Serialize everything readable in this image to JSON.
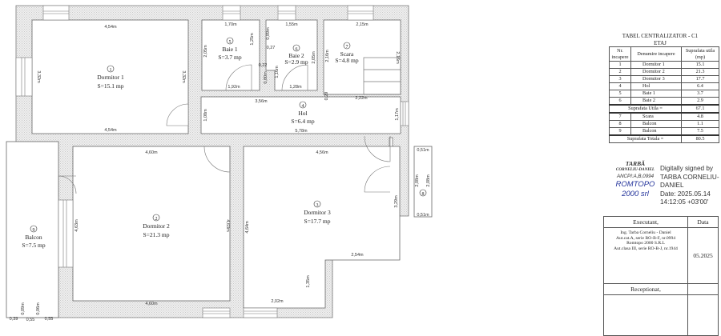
{
  "plan": {
    "rooms": [
      {
        "nr": "1",
        "name": "Dormitor  1",
        "area": "S=15.1 mp"
      },
      {
        "nr": "2",
        "name": "Dormitor  2",
        "area": "S=21.3 mp"
      },
      {
        "nr": "3",
        "name": "Dormitor  3",
        "area": "S=17.7 mp"
      },
      {
        "nr": "4",
        "name": "Hol",
        "area": "S=6.4 mp"
      },
      {
        "nr": "5",
        "name": "Baie 1",
        "area": "S=3.7 mp"
      },
      {
        "nr": "6",
        "name": "Baie 2",
        "area": "S=2.9 mp"
      },
      {
        "nr": "7",
        "name": "Scara",
        "area": "S=4.8 mp"
      },
      {
        "nr": "8",
        "name": "",
        "area": ""
      },
      {
        "nr": "9",
        "name": "Balcon",
        "area": "S=7.5 mp"
      }
    ],
    "dimensions": {
      "d1_top": "4,54m",
      "d1_bottom": "4,54m",
      "d1_left": "3,32m",
      "d1_right": "3,32m",
      "b1_top": "1,70m",
      "b1_left": "2,05m",
      "b1_right": "1,25m",
      "b1_bottom": "1,92m",
      "b1_notch": "0,22",
      "b1_small": "0,80m",
      "b2_top": "1,55m",
      "b2_notch_v": "0,89m",
      "b2_notch_h": "0,27",
      "b2_left": "1,16m",
      "b2_right": "2,05m",
      "b2_bottom": "1,28m",
      "sc_top": "2,15m",
      "sc_left": "2,16m",
      "sc_right": "2,16m",
      "sc_bottom": "2,22m",
      "sc_small": "0,29",
      "hol_top": "3,56m",
      "hol_bottom": "5,78m",
      "hol_left": "1,08m",
      "hol_right": "1,17m",
      "d2_top": "4,60m",
      "d2_bottom": "4,60m",
      "d2_left": "4,63m",
      "d2_right": "4,63m",
      "d3_top": "4,56m",
      "d3_left": "4,64m",
      "d3_right": "3,29m",
      "d3_mid": "2,54m",
      "d3_step": "1,35m",
      "d3_bottom": "2,02m",
      "r8_top": "0,51m",
      "r8_bottom": "0,51m",
      "r8_left": "2,08m",
      "r8_right": "2,08m",
      "bal_a": "0,39",
      "bal_b": "0,55",
      "bal_c": "0,55",
      "bal_v1": "0,09m",
      "bal_v2": "0,06m"
    }
  },
  "table": {
    "title": "TABEL CENTRALIZATOR - C1",
    "subtitle": "ETAJ",
    "headers": [
      "Nr. incapere",
      "Denumire incapere",
      "Suprafata utila (mp)"
    ],
    "rows": [
      {
        "nr": "1",
        "name": "Dormitor 1",
        "area": "15.1"
      },
      {
        "nr": "2",
        "name": "Dormitor 2",
        "area": "21.3"
      },
      {
        "nr": "3",
        "name": "Dormitor 3",
        "area": "17.7"
      },
      {
        "nr": "4",
        "name": "Hol",
        "area": "6.4"
      },
      {
        "nr": "5",
        "name": "Baie 1",
        "area": "3.7"
      },
      {
        "nr": "6",
        "name": "Baie 2",
        "area": "2.9"
      }
    ],
    "util_label": "Suprafata Utila =",
    "util_value": "67.1",
    "rows2": [
      {
        "nr": "7",
        "name": "Scara",
        "area": "4.8"
      },
      {
        "nr": "8",
        "name": "Balcon",
        "area": "1.1"
      },
      {
        "nr": "9",
        "name": "Balcon",
        "area": "7.5"
      }
    ],
    "total_label": "Suprafata Totala =",
    "total_value": "80.5"
  },
  "signature": {
    "stamp_name": "TARBĂ",
    "stamp_fullname": "CORNELIU-DANIEL",
    "stamp_code": "ANCPI:A,B,0994",
    "stamp_company": "ROMTOPO",
    "stamp_company2": "2000 srl",
    "digital_lines": [
      "Digitally signed by",
      "TARBA CORNELIU-",
      "DANIEL",
      "Date: 2025.05.14",
      "14:12:05 +03'00'"
    ]
  },
  "executant": {
    "header": "Executant,",
    "date_header": "Data",
    "lines": [
      "Ing. Tarba Corneliu - Daniel",
      "Aut.cat.A, serie RO-B-F, nr.0994",
      "Romtopo 2000 S.R.L",
      "Aut.clasa III, serie RO-B-J, nr.1944"
    ],
    "date": "05.2025",
    "received": "Receptionat,"
  }
}
